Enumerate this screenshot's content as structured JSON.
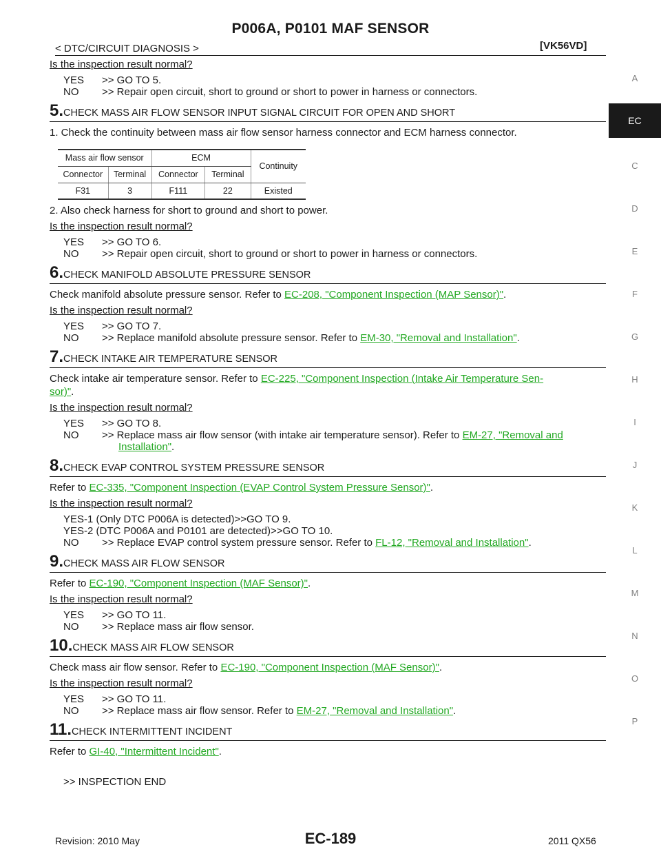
{
  "header": {
    "title": "P006A, P0101 MAF SENSOR",
    "section": "< DTC/CIRCUIT DIAGNOSIS >",
    "engine": "[VK56VD]"
  },
  "side_index": {
    "items": [
      "A",
      "EC",
      "C",
      "D",
      "E",
      "F",
      "G",
      "H",
      "I",
      "J",
      "K",
      "L",
      "M",
      "N",
      "O",
      "P"
    ],
    "active": "EC"
  },
  "intro": {
    "question": "Is the inspection result normal?",
    "yes_key": "YES",
    "yes_text": ">> GO TO 5.",
    "no_key": "NO",
    "no_text": ">> Repair open circuit, short to ground or short to power in harness or connectors."
  },
  "step5": {
    "num": "5.",
    "title": "CHECK MASS AIR FLOW SENSOR INPUT SIGNAL CIRCUIT FOR OPEN AND SHORT",
    "para1": "1.   Check the continuity between mass air flow sensor harness connector and ECM harness connector.",
    "table": {
      "group1": "Mass air flow sensor",
      "group2": "ECM",
      "group3": "Continuity",
      "col1": "Connector",
      "col2": "Terminal",
      "col3": "Connector",
      "col4": "Terminal",
      "row": [
        "F31",
        "3",
        "F111",
        "22",
        "Existed"
      ]
    },
    "para2": "2.   Also check harness for short to ground and short to power.",
    "question": "Is the inspection result normal?",
    "yes_key": "YES",
    "yes_text": ">> GO TO 6.",
    "no_key": "NO",
    "no_text": ">> Repair open circuit, short to ground or short to power in harness or connectors."
  },
  "step6": {
    "num": "6.",
    "title": "CHECK MANIFOLD ABSOLUTE PRESSURE SENSOR",
    "para_prefix": "Check manifold absolute pressure sensor. Refer to ",
    "link": "EC-208, \"Component Inspection (MAP Sensor)\"",
    "para_suffix": ".",
    "question": "Is the inspection result normal?",
    "yes_key": "YES",
    "yes_text": ">> GO TO 7.",
    "no_key": "NO",
    "no_prefix": ">> Replace manifold absolute pressure sensor. Refer to ",
    "no_link": "EM-30, \"Removal and Installation\"",
    "no_suffix": "."
  },
  "step7": {
    "num": "7.",
    "title": "CHECK INTAKE AIR TEMPERATURE SENSOR",
    "para_prefix": "Check intake air temperature sensor. Refer to ",
    "link_line1": "EC-225, \"Component Inspection (Intake Air Temperature Sen-",
    "link_line2": "sor)\"",
    "para_suffix": ".",
    "question": "Is the inspection result normal?",
    "yes_key": "YES",
    "yes_text": ">> GO TO 8.",
    "no_key": "NO",
    "no_prefix": ">> Replace mass air flow sensor (with intake air temperature sensor). Refer to ",
    "no_link_line1": "EM-27, \"Removal and",
    "no_link_line2": "Installation\"",
    "no_suffix": "."
  },
  "step8": {
    "num": "8.",
    "title": "CHECK EVAP CONTROL SYSTEM PRESSURE SENSOR",
    "para_prefix": "Refer to ",
    "link": "EC-335, \"Component Inspection (EVAP Control System Pressure Sensor)\"",
    "para_suffix": ".",
    "question": "Is the inspection result normal?",
    "yes1": "YES-1 (Only DTC P006A is detected)>>GO TO 9.",
    "yes2": "YES-2 (DTC P006A and P0101 are detected)>>GO TO 10.",
    "no_key": "NO",
    "no_prefix": ">> Replace EVAP control system pressure sensor. Refer to ",
    "no_link": "FL-12, \"Removal and Installation\"",
    "no_suffix": "."
  },
  "step9": {
    "num": "9.",
    "title": "CHECK MASS AIR FLOW SENSOR",
    "para_prefix": "Refer to ",
    "link": "EC-190, \"Component Inspection (MAF Sensor)\"",
    "para_suffix": ".",
    "question": "Is the inspection result normal?",
    "yes_key": "YES",
    "yes_text": ">> GO TO 11.",
    "no_key": "NO",
    "no_text": ">> Replace mass air flow sensor."
  },
  "step10": {
    "num": "10.",
    "title": "CHECK MASS AIR FLOW SENSOR",
    "para_prefix": "Check mass air flow sensor. Refer to ",
    "link": "EC-190, \"Component Inspection (MAF Sensor)\"",
    "para_suffix": ".",
    "question": "Is the inspection result normal?",
    "yes_key": "YES",
    "yes_text": ">> GO TO 11.",
    "no_key": "NO",
    "no_prefix": ">> Replace mass air flow sensor. Refer to ",
    "no_link": "EM-27, \"Removal and Installation\"",
    "no_suffix": "."
  },
  "step11": {
    "num": "11.",
    "title": "CHECK INTERMITTENT INCIDENT",
    "para_prefix": "Refer to ",
    "link": "GI-40, \"Intermittent Incident\"",
    "para_suffix": ".",
    "end": ">> INSPECTION END"
  },
  "footer": {
    "revision": "Revision: 2010 May",
    "page": "EC-189",
    "model": "2011 QX56"
  }
}
